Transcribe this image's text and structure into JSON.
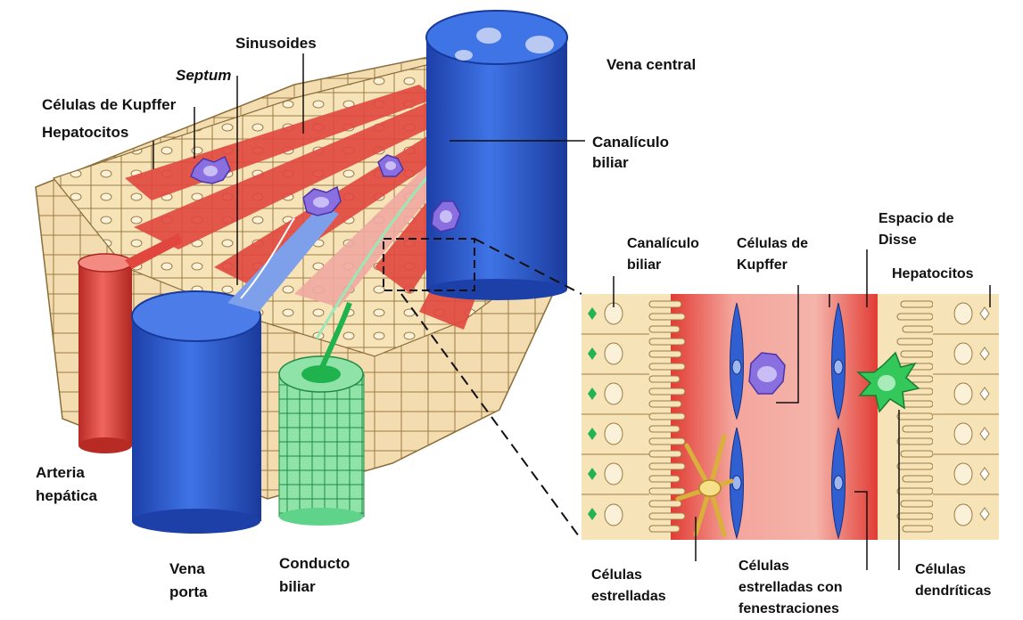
{
  "figure": {
    "left_labels": {
      "sinusoides": "Sinusoides",
      "septum": "Septum",
      "kupffer": "Células de Kupffer",
      "hepatocitos": "Hepatocitos",
      "vena_central": "Vena central",
      "canaliculo_1": "Canalículo",
      "canaliculo_2": "biliar",
      "arteria_1": "Arteria",
      "arteria_2": "hepática",
      "vena_porta_1": "Vena",
      "vena_porta_2": "porta",
      "conducto_1": "Conducto",
      "conducto_2": "biliar"
    },
    "inset_labels": {
      "canaliculo_1": "Canalículo",
      "canaliculo_2": "biliar",
      "kupffer_1": "Células de",
      "kupffer_2": "Kupffer",
      "disse_1": "Espacio de",
      "disse_2": "Disse",
      "hepatocitos": "Hepatocitos",
      "estrelladas_1": "Células",
      "estrelladas_2": "estrelladas",
      "fenestr_1": "Células",
      "fenestr_2": "estrelladas con",
      "fenestr_3": "fenestraciones",
      "dendriticas_1": "Células",
      "dendriticas_2": "dendríticas"
    },
    "colors": {
      "hepatocyte": "#f6e3b8",
      "hepatocyte_outline": "#8a6d3b",
      "sinusoid_red": "#e2473f",
      "sinusoid_pink": "#f1a9a0",
      "vein_blue": "#2f5fd0",
      "duct_green": "#3cc46a",
      "kupffer_purple": "#8a6fe0",
      "dendritic_green": "#34c85a"
    }
  }
}
